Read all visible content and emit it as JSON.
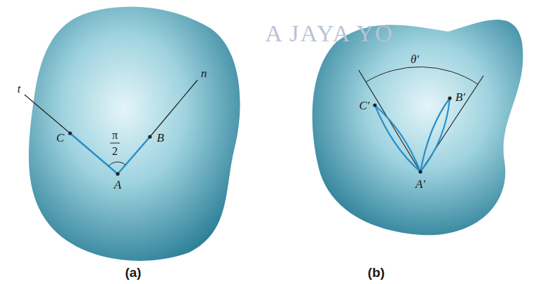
{
  "diagram": {
    "labels": [
      "t",
      "n",
      "C",
      "B",
      "A",
      "π",
      "2",
      "(a)",
      "θ′",
      "C′",
      "B′",
      "A′",
      "(b)",
      "A JAYA YO"
    ]
  }
}
